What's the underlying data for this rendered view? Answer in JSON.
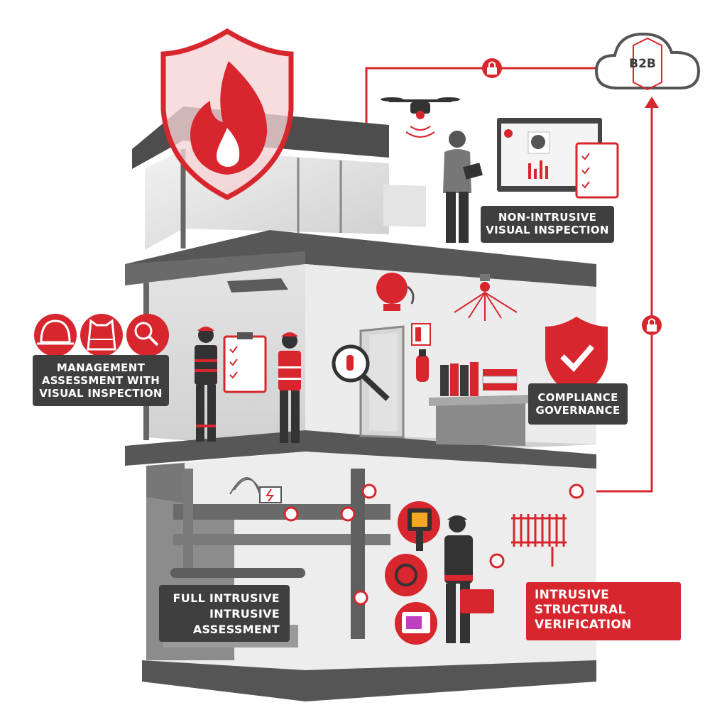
{
  "cloud": {
    "label": "B2B"
  },
  "labels": {
    "non_intrusive": [
      "NON-INTRUSIVE",
      "VISUAL INSPECTION"
    ],
    "management": [
      "MANAGEMENT",
      "ASSESSMENT WITH",
      "VISUAL INSPECTION"
    ],
    "compliance": [
      "COMPLIANCE",
      "GOVERNANCE"
    ],
    "full_intrusive": [
      "FULL INTRUSIVE",
      "INTRUSIVE",
      "ASSESSMENT"
    ],
    "intrusive_structural": [
      "INTRUSIVE",
      "STRUCTURAL",
      "VERIFICATION"
    ]
  },
  "icons": {
    "top_shield": "fire-shield-icon",
    "cloud": "cloud-icon",
    "drone": "drone-icon",
    "lock": "lock-icon",
    "management_row": [
      "hard-hat-icon",
      "safety-vest-icon",
      "magnifier-icon"
    ],
    "compliance": "shield-check-icon",
    "alarm": "fire-alarm-bell-icon",
    "sprinkler": "sprinkler-icon",
    "drill": "drill-icon",
    "radiator": "radiator-icon",
    "thermal": [
      "thermal-camera-icon",
      "hose-reel-icon",
      "thermal-monitor-icon"
    ]
  },
  "colors": {
    "accent": "#d7262d",
    "dark_label": "#3f3f3f",
    "structure": "#5a5a5a",
    "floor": "#e6e6e6"
  }
}
